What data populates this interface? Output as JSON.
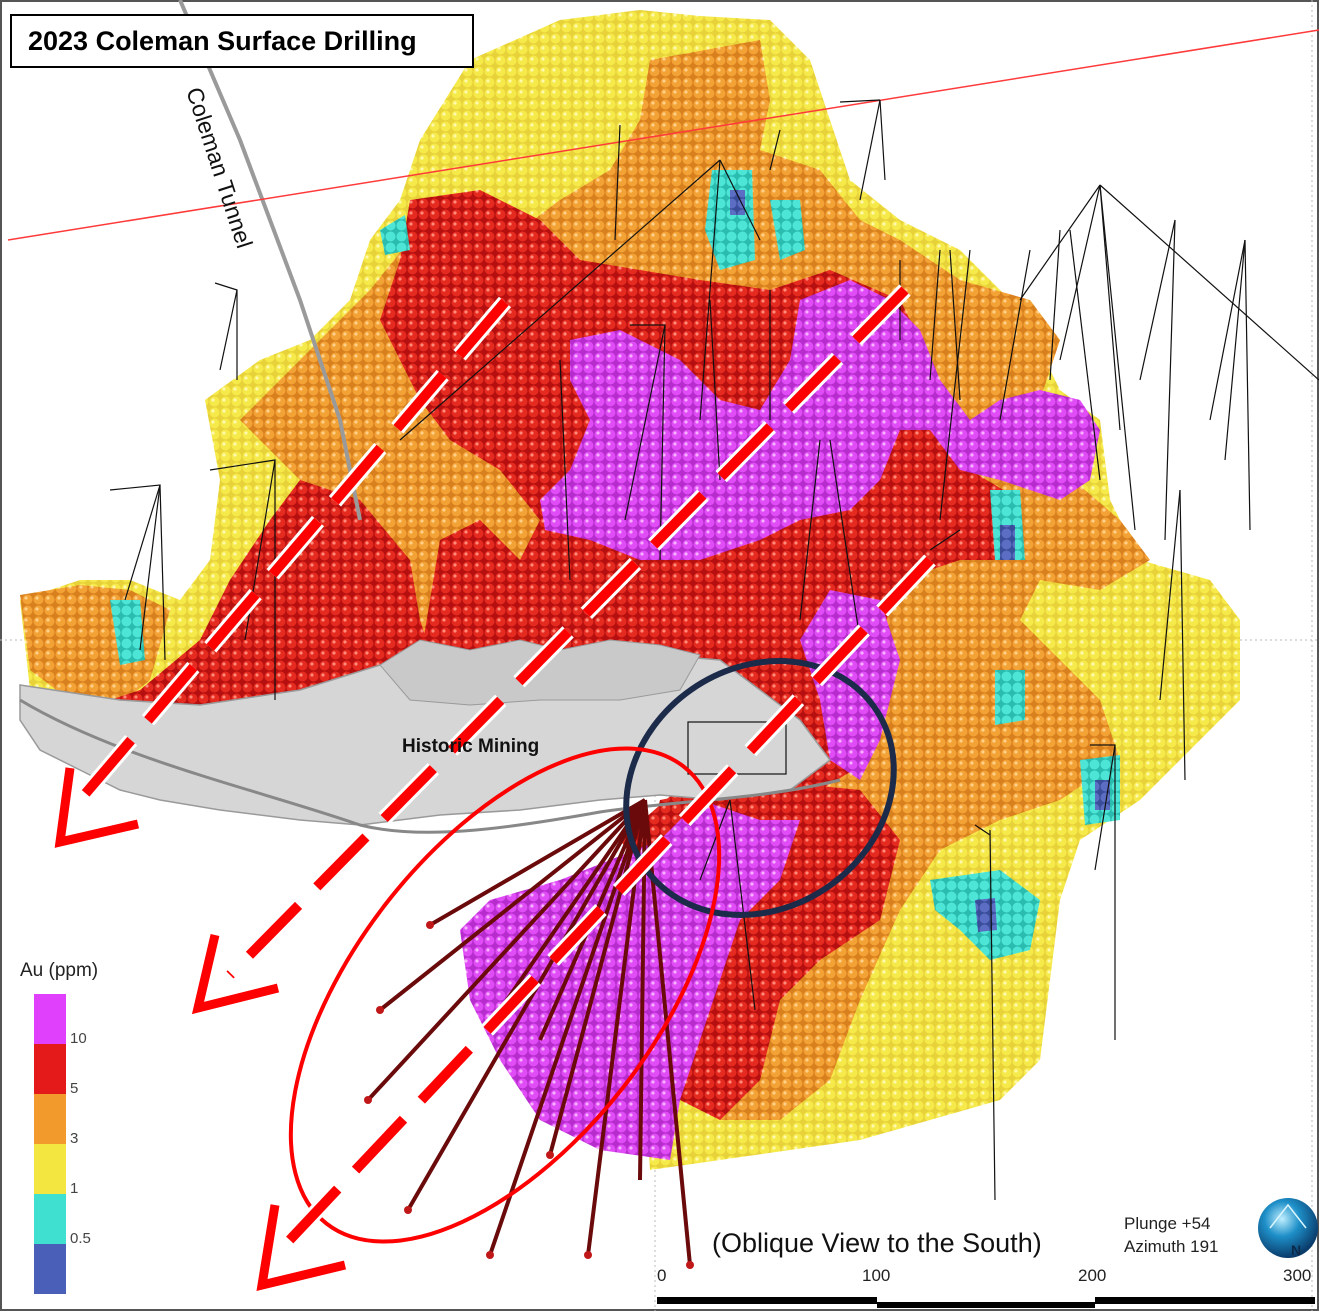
{
  "title": "2023 Coleman Surface Drilling",
  "tunnel_label": "Coleman Tunnel",
  "historic_label": "Historic Mining",
  "view_label": "(Oblique View to the South)",
  "orientation": {
    "plunge": "Plunge +54",
    "azimuth": "Azimuth 191"
  },
  "scale_bar": {
    "ticks": [
      "0",
      "100",
      "200",
      "300"
    ]
  },
  "legend": {
    "title": "Au (ppm)",
    "bins": [
      {
        "color": "#e040fb",
        "label": "10"
      },
      {
        "color": "#e41a1a",
        "label": "5"
      },
      {
        "color": "#f39a2c",
        "label": "3"
      },
      {
        "color": "#f4e640",
        "label": "1"
      },
      {
        "color": "#3fe0cf",
        "label": "0.5"
      },
      {
        "color": "#4a5fb8",
        "label": ""
      }
    ]
  },
  "colors": {
    "grade_high": "#e040fb",
    "grade_5": "#e41a1a",
    "grade_3": "#f39a2c",
    "grade_1": "#f4e640",
    "grade_low": "#3fe0cf",
    "grade_min": "#4a5fb8",
    "plunge_arrows": "#ff0000",
    "new_holes": "#7a0e0e",
    "highlight_ellipse": "#1c2b4a"
  },
  "icons": [
    "compass-globe-icon"
  ]
}
